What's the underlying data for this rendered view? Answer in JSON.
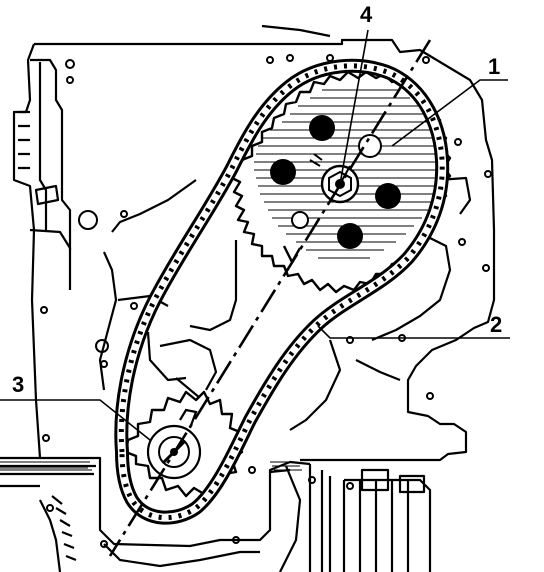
{
  "callouts": [
    {
      "id": "1",
      "text": "1"
    },
    {
      "id": "2",
      "text": "2"
    },
    {
      "id": "3",
      "text": "3"
    },
    {
      "id": "4",
      "text": "4"
    }
  ],
  "parts": [
    "engine-block",
    "camshaft-sprocket",
    "crankshaft-sprocket",
    "timing-chain",
    "timing-mark-centerline"
  ],
  "colors": {
    "ink": "#000000",
    "paper": "#ffffff"
  }
}
